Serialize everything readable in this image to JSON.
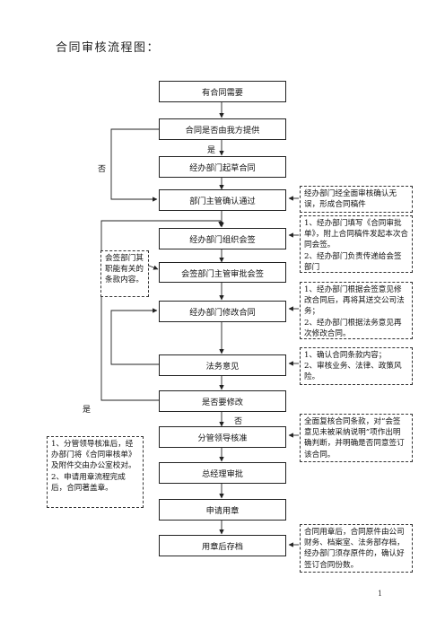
{
  "title": "合同审核流程图：",
  "steps": [
    "有合同需要",
    "合同是否由我方提供",
    "经办部门起草合同",
    "部门主管确认通过",
    "经办部门组织会签",
    "会签部门主管审批会签",
    "经办部门修改合同",
    "法务意见",
    "是否要修改",
    "分管领导核准",
    "总经理审批",
    "申请用章",
    "用章后存档"
  ],
  "labels": {
    "yes1": "是",
    "no1": "否",
    "yes2": "是",
    "no2": "否"
  },
  "notes": {
    "confirm": [
      "经办部门经全面审核确认无误，形成合同稿件"
    ],
    "cosign": [
      "1、经办部门填写《合同审批单》，附上合同稿件发起本次合同会签。",
      "2、经办部门负责传递给会签部门"
    ],
    "cosign_dept": [
      "会签部门其职能有关的条款内容。"
    ],
    "modify": [
      "1、经办部门根据会签意见修改合同后，再将其送交公司法务；",
      "2、经办部门根据法务意见再次修改合同。"
    ],
    "legal": [
      "1、确认合同条款内容；",
      "2、审核业务、法律、政策风险。"
    ],
    "leader": [
      "全面复核合同条款，对“会签意见未被采纳说明”项作出明确判断，并明确是否同意签订该合同。"
    ],
    "leader_left": [
      "1、分管领导核准后，经办部门将《合同审核单》及附件交由办公室校对。",
      "2、申请用章流程完成后，合同著盖章。"
    ],
    "archive": [
      "合同用章后，合同原件由公司财务、档案室、法务部存档，经办部门须存原件的，确认好签订合同份数。"
    ]
  },
  "page_number": "1"
}
